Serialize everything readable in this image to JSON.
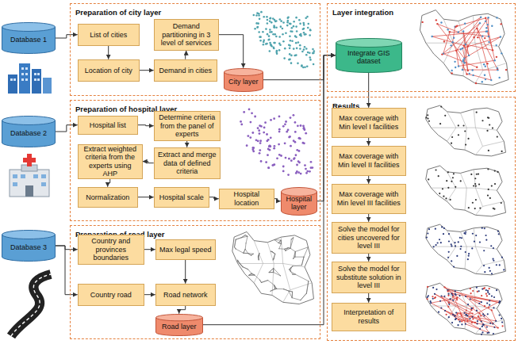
{
  "diagram": {
    "nodes": [
      {
        "text": [
          "Database 1"
        ]
      },
      {
        "text": [
          "Preparation of city layer"
        ]
      },
      {
        "text": [
          "List of cities"
        ],
        "in": 1
      },
      {
        "text": [
          "Location of city"
        ],
        "in": 1
      },
      {
        "text": [
          "Demand partitioning in 3 level of services"
        ],
        "in": 1
      },
      {
        "text": [
          "Demand in cities"
        ],
        "in": 1
      },
      {
        "text": [
          "City layer"
        ],
        "in": 1
      },
      {
        "text": [
          "Database 2"
        ]
      },
      {
        "text": [
          "Preparation of hospital layer"
        ]
      },
      {
        "text": [
          "Hospital list"
        ],
        "in": 8
      },
      {
        "text": [
          "Determine criteria from the panel of experts"
        ],
        "in": 8
      },
      {
        "text": [
          "Extract weighted criteria from the experts using AHP"
        ],
        "in": 8
      },
      {
        "text": [
          "Extract and merge data of defined criteria"
        ],
        "in": 8
      },
      {
        "text": [
          "Normalization"
        ],
        "in": 8
      },
      {
        "text": [
          "Hospital scale"
        ],
        "in": 8
      },
      {
        "text": [
          "Hospital location"
        ],
        "in": 8
      },
      {
        "text": [
          "Hospital layer"
        ],
        "in": 8
      },
      {
        "text": [
          "Database 3"
        ]
      },
      {
        "text": [
          "Preparation of road layer"
        ]
      },
      {
        "text": [
          "Country and provinces boundaries"
        ],
        "in": 18
      },
      {
        "text": [
          "Max legal speed"
        ],
        "in": 18
      },
      {
        "text": [
          "Country road"
        ],
        "in": 18
      },
      {
        "text": [
          "Road network"
        ],
        "in": 18
      },
      {
        "text": [
          "Road layer"
        ],
        "in": 18
      },
      {
        "text": [
          "Layer integration"
        ]
      },
      {
        "text": [
          "Integrate GIS dataset"
        ],
        "in": 24
      },
      {
        "text": [
          "Results"
        ]
      },
      {
        "text": [
          "Max coverage with Min level I facilities"
        ],
        "in": 26
      },
      {
        "text": [
          "Max coverage with Min level II facilities"
        ],
        "in": 26
      },
      {
        "text": [
          "Max coverage with Min level III facilities"
        ],
        "in": 26
      },
      {
        "text": [
          "Solve the model for cities uncovered for level III"
        ],
        "in": 26
      },
      {
        "text": [
          "Solve the model for substitute solution in level III"
        ],
        "in": 26
      },
      {
        "text": [
          "Interpretation of results"
        ],
        "in": 26
      }
    ],
    "edges": [
      {
        "from": 0,
        "to": 2,
        "arrow": "to"
      },
      {
        "from": 2,
        "to": 3,
        "arrow": "to"
      },
      {
        "from": 3,
        "to": 5,
        "arrow": "to"
      },
      {
        "from": 5,
        "to": 4,
        "arrow": "to"
      },
      {
        "from": 4,
        "to": 6,
        "arrow": "to"
      },
      {
        "from": 6,
        "to": 25,
        "arrow": "to"
      },
      {
        "from": 7,
        "to": 9,
        "arrow": "to"
      },
      {
        "from": 9,
        "to": 10,
        "arrow": "to"
      },
      {
        "from": 10,
        "to": 12,
        "arrow": "to"
      },
      {
        "from": 12,
        "to": 11,
        "arrow": "to"
      },
      {
        "from": 11,
        "to": 13,
        "arrow": "to"
      },
      {
        "from": 13,
        "to": 14,
        "arrow": "to"
      },
      {
        "from": 14,
        "to": 15,
        "arrow": "to"
      },
      {
        "from": 15,
        "to": 16,
        "arrow": "to"
      },
      {
        "from": 16,
        "to": 25,
        "arrow": "to"
      },
      {
        "from": 17,
        "to": 19,
        "arrow": "to"
      },
      {
        "from": 17,
        "to": 21,
        "arrow": "to"
      },
      {
        "from": 19,
        "to": 20,
        "arrow": "to"
      },
      {
        "from": 21,
        "to": 22,
        "arrow": "to"
      },
      {
        "from": 20,
        "to": 22,
        "arrow": "to"
      },
      {
        "from": 22,
        "to": 23,
        "arrow": "to"
      },
      {
        "from": 23,
        "to": 25,
        "arrow": "to"
      },
      {
        "from": 25,
        "to": 27,
        "arrow": "to"
      },
      {
        "from": 27,
        "to": 28,
        "arrow": "to"
      },
      {
        "from": 28,
        "to": 29,
        "arrow": "to"
      },
      {
        "from": 29,
        "to": 30,
        "arrow": "to"
      },
      {
        "from": 30,
        "to": 31,
        "arrow": "to"
      },
      {
        "from": 31,
        "to": 32,
        "arrow": "to"
      }
    ]
  }
}
